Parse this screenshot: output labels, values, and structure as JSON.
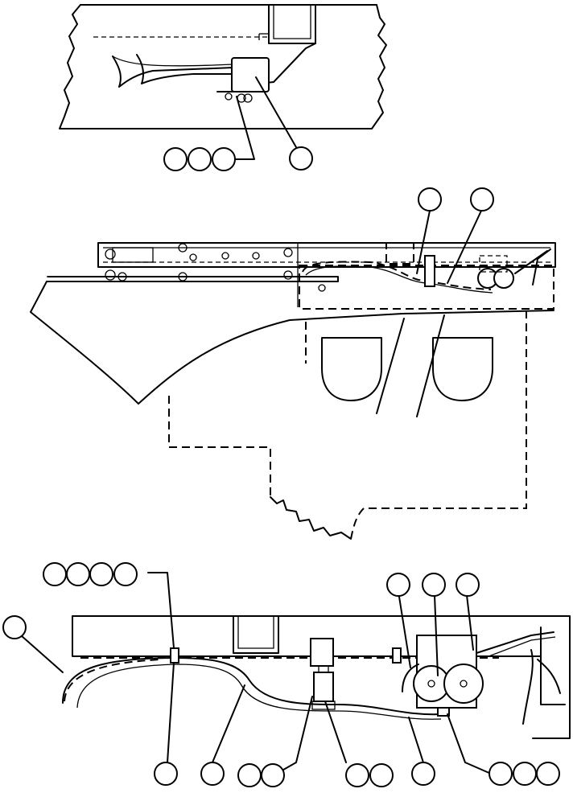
{
  "figure": {
    "background": "#ffffff",
    "ink": "#000000",
    "views": [
      {
        "id": "view-horn-detail",
        "callouts": 4
      },
      {
        "id": "view-fender-side",
        "callouts": 2
      },
      {
        "id": "view-frame-harness",
        "callouts": 17
      }
    ]
  }
}
